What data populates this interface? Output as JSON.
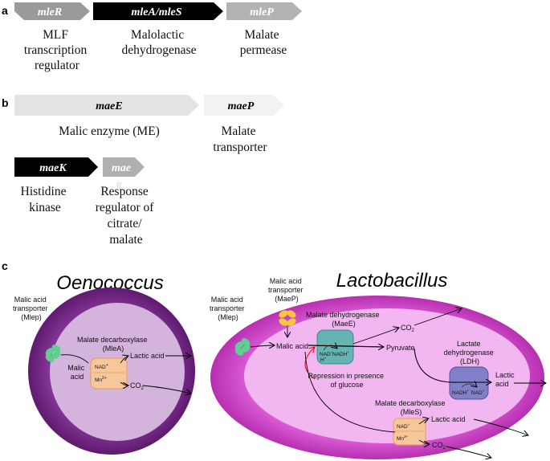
{
  "panels": {
    "a": "a",
    "b": "b",
    "c": "c"
  },
  "genes_a": [
    {
      "name": "mleR",
      "desc": [
        "MLF",
        "transcription",
        "regulator"
      ],
      "color": "#9a9a9a",
      "text_color": "#ffffff"
    },
    {
      "name": "mleA/mleS",
      "desc": [
        "Malolactic",
        "dehydrogenase"
      ],
      "color": "#000000",
      "text_color": "#ffffff"
    },
    {
      "name": "mleP",
      "desc": [
        "Malate",
        "permease"
      ],
      "color": "#b3b3b3",
      "text_color": "#ffffff"
    }
  ],
  "genes_b": [
    {
      "name": "maeE",
      "desc": [
        "Malic enzyme (ME)"
      ],
      "color": "#e3e3e3",
      "text_color": "#000000"
    },
    {
      "name": "maeP",
      "desc": [
        "Malate",
        "transporter"
      ],
      "color": "#f2f2f2",
      "text_color": "#000000"
    },
    {
      "name": "maeK",
      "desc": [
        "Histidine",
        "kinase"
      ],
      "color": "#000000",
      "text_color": "#ffffff"
    },
    {
      "name": "mae",
      "desc": [
        "Response",
        "regulator of",
        "citrate/",
        "malate"
      ],
      "color": "#b0b0b0",
      "text_color": "#ffffff",
      "overlap_mark": "R"
    }
  ],
  "oenococcus": {
    "title": "Oenococcus",
    "transporter": [
      "Malic acid",
      "transporter",
      "(Mlep)"
    ],
    "enzyme": [
      "Malate decarboxylase",
      "(MleA)"
    ],
    "substrate": [
      "Malic",
      "acid"
    ],
    "cofactor_1": "NAD",
    "cofactor_1_sup": "+",
    "cofactor_2": "Mn",
    "cofactor_2_sup": "2+",
    "product_1": "Lactic acid",
    "product_2": "CO",
    "product_2_sub": "2",
    "colors": {
      "outer": "#7b2a8c",
      "inner": "#d4b3dd"
    }
  },
  "lactobacillus": {
    "title": "Lactobacillus",
    "transporter_left": [
      "Malic acid",
      "transporter",
      "(Mlep)"
    ],
    "transporter_top": [
      "Malic acid",
      "transporter",
      "(MaeP)"
    ],
    "malic_acid": "Malic acid",
    "maee": [
      "Malate dehydrogenase",
      "(MaeE)"
    ],
    "maee_cofactors": [
      "NAD",
      "+",
      "H",
      "+",
      "NADH",
      "+"
    ],
    "co2_top": "CO",
    "co2_top_sub": "2",
    "pyruvate": "Pyruvate",
    "ldh": [
      "Lactate",
      "dehydrogenase",
      "(LDH)"
    ],
    "ldh_cofactors": [
      "NADH",
      "+",
      "NAD",
      "+"
    ],
    "lactic_right": [
      "Lactic",
      "acid"
    ],
    "repression": [
      "Repression in presence",
      "of glucose"
    ],
    "mles": [
      "Malate decarboxylase",
      "(MleS)"
    ],
    "mles_cofactors": [
      "NAD",
      "+",
      "Mn",
      "2+"
    ],
    "lactic_bottom": "Lactic acid",
    "co2_bottom": "CO",
    "co2_bottom_sub": "2",
    "colors": {
      "outer": "#d94fd4",
      "inner": "#f2b6f0",
      "maee": "#66b3b3",
      "ldh": "#8080c8",
      "mles": "#f7c79a"
    }
  }
}
